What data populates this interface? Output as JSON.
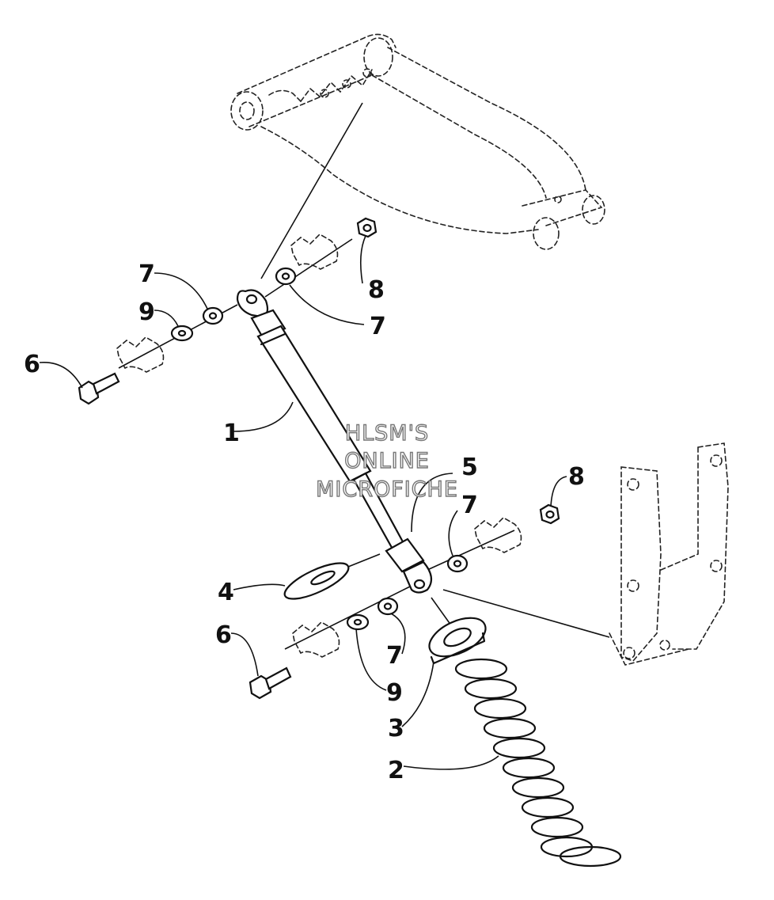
{
  "watermark": {
    "line1": "HLSM'S",
    "line2": "ONLINE",
    "line3": "MICROFICHE"
  },
  "callouts": [
    {
      "id": "label-1-shock",
      "text": "1"
    },
    {
      "id": "label-2-spring",
      "text": "2"
    },
    {
      "id": "label-3-spring-retainer",
      "text": "3"
    },
    {
      "id": "label-4-spring-seat",
      "text": "4"
    },
    {
      "id": "label-5-bumper",
      "text": "5"
    },
    {
      "id": "label-6-upper-bolt",
      "text": "6"
    },
    {
      "id": "label-6-lower-bolt",
      "text": "6"
    },
    {
      "id": "label-7-upper-left",
      "text": "7"
    },
    {
      "id": "label-7-upper-right",
      "text": "7"
    },
    {
      "id": "label-7-lower-right",
      "text": "7"
    },
    {
      "id": "label-7-lower-left",
      "text": "7"
    },
    {
      "id": "label-8-upper-nut",
      "text": "8"
    },
    {
      "id": "label-8-lower-nut",
      "text": "8"
    },
    {
      "id": "label-9-upper-washer",
      "text": "9"
    },
    {
      "id": "label-9-lower-washer",
      "text": "9"
    }
  ]
}
